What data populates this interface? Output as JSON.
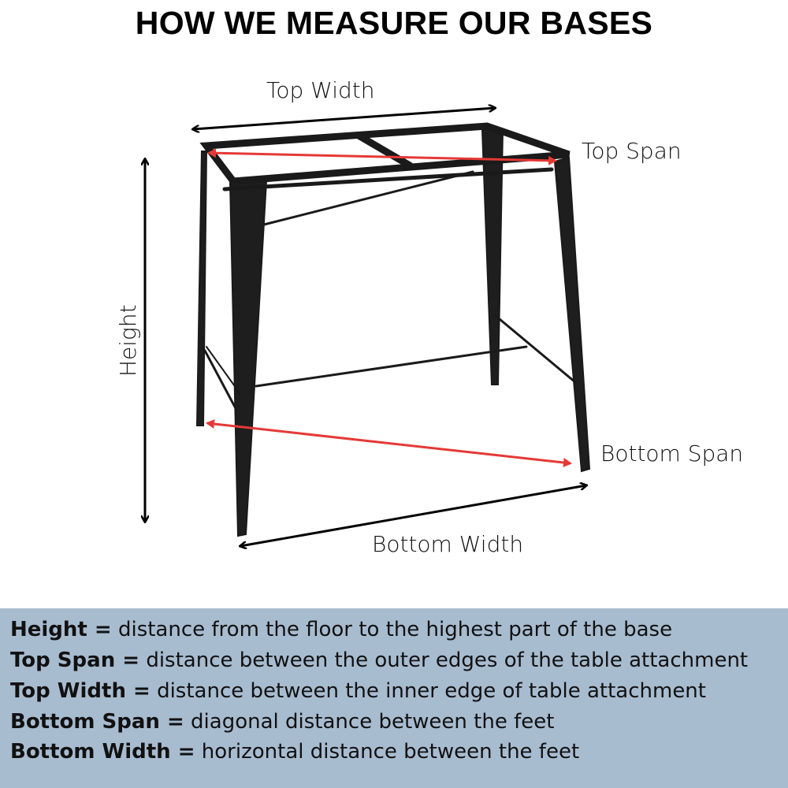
{
  "title": "HOW WE MEASURE OUR BASES",
  "labels": {
    "top_width": "Top Width",
    "top_span": "Top Span",
    "height": "Height",
    "bottom_span": "Bottom Span",
    "bottom_width": "Bottom Width"
  },
  "colors": {
    "panel": "#a8bcd0",
    "span_arrow": "#e53935",
    "width_arrow": "#000000"
  },
  "definitions": [
    {
      "term": "Height =",
      "text": "distance from the floor to the highest part of the base"
    },
    {
      "term": "Top Span =",
      "text": "distance between the outer edges of the table attachment"
    },
    {
      "term": "Top Width =",
      "text": "distance between the inner edge of table attachment"
    },
    {
      "term": "Bottom Span =",
      "text": "diagonal distance between the feet"
    },
    {
      "term": "Bottom Width =",
      "text": "horizontal distance between the feet"
    }
  ]
}
